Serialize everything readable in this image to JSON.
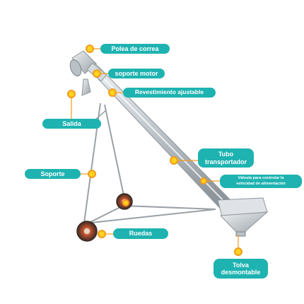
{
  "labels": {
    "polea": "Polea de correa",
    "soporte_motor": "soporte motor",
    "revestimiento": "Revestimiento ajustable",
    "salida": "Salida",
    "tubo_line1": "Tubo",
    "tubo_line2": "transportador",
    "valvula_line1": "Válvula para controlar la",
    "valvula_line2": "velocidad de alimentación",
    "soporte": "Soporte",
    "ruedas": "Ruedas",
    "tolva_line1": "Tolva",
    "tolva_line2": "desmontable"
  },
  "colors": {
    "label_bg": "#1eb3b1",
    "marker_ring": "#f39a1c",
    "marker_fill": "#ffd21f",
    "machine_metal": "#c8ced3"
  }
}
